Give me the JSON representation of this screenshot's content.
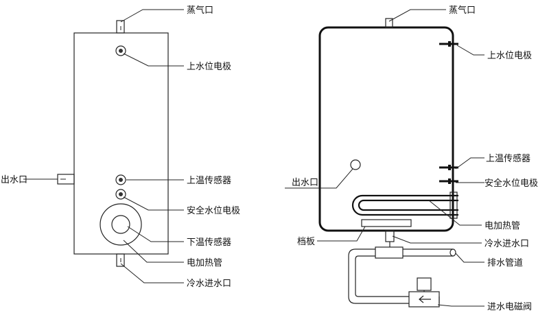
{
  "left_labels": {
    "steam_outlet": "蒸气口",
    "upper_level_electrode": "上水位电极",
    "water_outlet": "出水口",
    "upper_temp_sensor": "上温传感器",
    "safety_level_electrode": "安全水位电极",
    "lower_temp_sensor": "下温传感器",
    "heating_tube": "电加热管",
    "cold_water_inlet": "冷水进水口"
  },
  "right_labels": {
    "steam_outlet": "蒸气口",
    "upper_level_electrode": "上水位电极",
    "upper_temp_sensor": "上温传感器",
    "water_outlet": "出水口",
    "safety_level_electrode": "安全水位电极",
    "heating_tube": "电加热管",
    "baffle": "档板",
    "cold_water_inlet": "冷水进水口",
    "drain_pipe": "排水管道",
    "inlet_solenoid_valve": "进水电磁阀"
  }
}
